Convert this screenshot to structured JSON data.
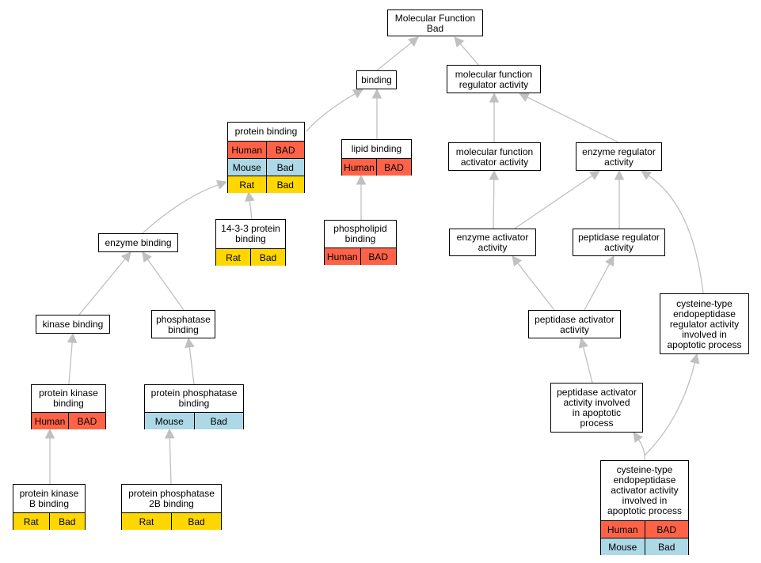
{
  "nodes": {
    "n_mf": {
      "title": "Molecular Function\nBad",
      "rows": []
    },
    "n_binding": {
      "title": "binding",
      "rows": []
    },
    "n_mfra": {
      "title": "molecular function\nregulator activity",
      "rows": []
    },
    "n_pb": {
      "title": "protein binding",
      "rows": [
        [
          "Human",
          "BAD"
        ],
        [
          "Mouse",
          "Bad"
        ],
        [
          "Rat",
          "Bad"
        ]
      ]
    },
    "n_lb": {
      "title": "lipid binding",
      "rows": [
        [
          "Human",
          "BAD"
        ]
      ]
    },
    "n_mfaa": {
      "title": "molecular function\nactivator activity",
      "rows": []
    },
    "n_era": {
      "title": "enzyme regulator\nactivity",
      "rows": []
    },
    "n_1433": {
      "title": "14-3-3 protein\nbinding",
      "rows": [
        [
          "Rat",
          "Bad"
        ]
      ]
    },
    "n_eb": {
      "title": "enzyme binding",
      "rows": []
    },
    "n_plb": {
      "title": "phospholipid\nbinding",
      "rows": [
        [
          "Human",
          "BAD"
        ]
      ]
    },
    "n_eaa": {
      "title": "enzyme activator\nactivity",
      "rows": []
    },
    "n_pra": {
      "title": "peptidase regulator\nactivity",
      "rows": []
    },
    "n_kb": {
      "title": "kinase binding",
      "rows": []
    },
    "n_phb": {
      "title": "phosphatase\nbinding",
      "rows": []
    },
    "n_paa": {
      "title": "peptidase activator\nactivity",
      "rows": []
    },
    "n_ctera": {
      "title": "cysteine-type\nendopeptidase\nregulator activity\ninvolved in\napoptotic process",
      "rows": []
    },
    "n_pkb": {
      "title": "protein kinase\nbinding",
      "rows": [
        [
          "Human",
          "BAD"
        ]
      ]
    },
    "n_ppb": {
      "title": "protein phosphatase\nbinding",
      "rows": [
        [
          "Mouse",
          "Bad"
        ]
      ]
    },
    "n_paaiap": {
      "title": "peptidase activator\nactivity involved\nin apoptotic\nprocess",
      "rows": []
    },
    "n_pkbb": {
      "title": "protein kinase\nB binding",
      "rows": [
        [
          "Rat",
          "Bad"
        ]
      ]
    },
    "n_pp2b": {
      "title": "protein phosphatase\n2B binding",
      "rows": [
        [
          "Rat",
          "Bad"
        ]
      ]
    },
    "n_cteaa": {
      "title": "cysteine-type\nendopeptidase\nactivator activity\ninvolved in\napoptotic process",
      "rows": [
        [
          "Human",
          "BAD"
        ],
        [
          "Mouse",
          "Bad"
        ]
      ]
    }
  },
  "species_colors": {
    "Human": "#ff6347",
    "Mouse": "#add8e6",
    "Rat": "#ffd700"
  },
  "edge_color": "#c0c0c0"
}
